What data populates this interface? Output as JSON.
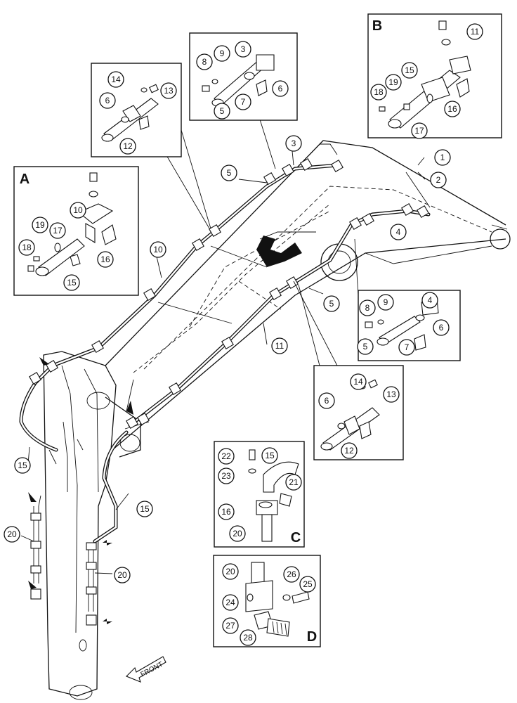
{
  "diagram": {
    "front_label": "FRONT",
    "view_letters": {
      "A": "A",
      "B": "B",
      "C": "C",
      "D": "D"
    },
    "callouts": [
      "1",
      "2",
      "3",
      "4",
      "5",
      "6",
      "7",
      "8",
      "9",
      "10",
      "11",
      "12",
      "13",
      "14",
      "15",
      "16",
      "17",
      "18",
      "19",
      "20",
      "21",
      "22",
      "23",
      "24",
      "25",
      "26",
      "27",
      "28"
    ]
  }
}
